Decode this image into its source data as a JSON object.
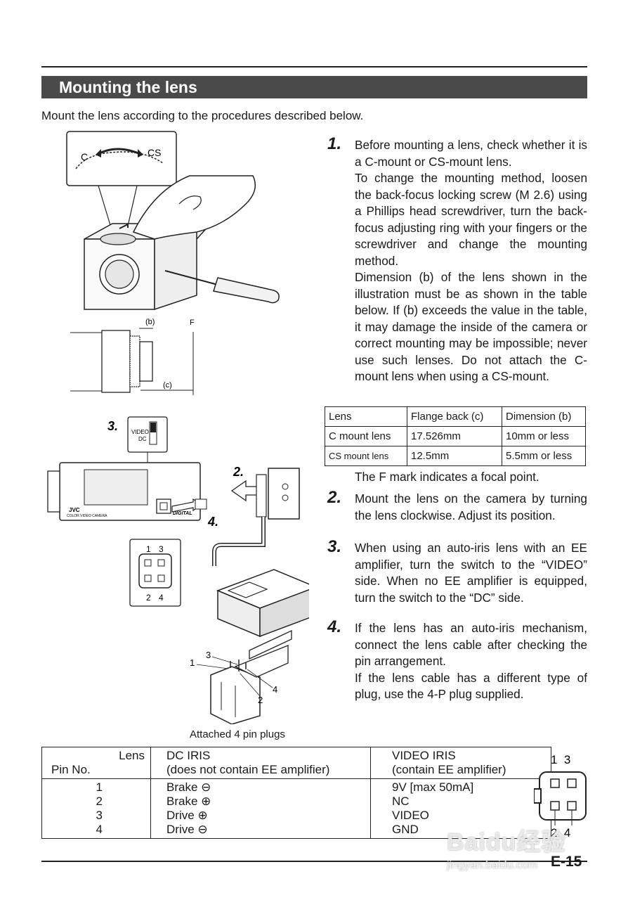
{
  "title": "Mounting the lens",
  "intro": "Mount the lens according to the procedures described below.",
  "steps": [
    {
      "num": "1.",
      "text": "Before mounting a lens, check whether it is a C-mount or CS-mount lens.\nTo change the mounting method, loosen the back-focus locking screw (M 2.6) using a Phillips head screwdriver, turn the back-focus adjusting ring with your fingers or the screwdriver and change the mounting method.\nDimension (b) of the lens shown in the illustration must be as shown in the table below. If (b) exceeds the value in the table, it may damage the inside of the camera or correct mounting may be impossible; never use such lenses. Do not attach the C-mount lens when using a CS-mount."
    },
    {
      "num": "2.",
      "text": "Mount the lens on the camera by turning the lens clockwise. Adjust its position."
    },
    {
      "num": "3.",
      "text": "When using an auto-iris lens with an EE amplifier, turn the switch to the “VIDEO” side. When no EE amplifier is equipped, turn the switch to the “DC” side."
    },
    {
      "num": "4.",
      "text": "If the lens has an auto-iris mechanism, connect the lens cable after checking the pin arrangement.\nIf the lens cable has a different type of plug, use the 4-P plug supplied."
    }
  ],
  "spec_table": {
    "header": [
      "Lens",
      "Flange back (c)",
      "Dimension (b)"
    ],
    "rows": [
      [
        "C mount lens",
        "17.526mm",
        "10mm or less"
      ],
      [
        "CS mount lens",
        "12.5mm",
        "5.5mm or less"
      ]
    ]
  },
  "f_mark_note": "The F mark indicates a focal point.",
  "figure": {
    "mount_c": "C",
    "mount_cs": "CS",
    "dim_b": "(b)",
    "dim_c": "(c)",
    "focal": "F",
    "step3": "3.",
    "step2": "2.",
    "step4": "4.",
    "switch_video": "VIDEO",
    "switch_dc": "DC",
    "brand": "JVC",
    "model": "COLOR VIDEO CAMERA",
    "digital": "DIGITAL",
    "pin1": "1",
    "pin2": "2",
    "pin3": "3",
    "pin4": "4",
    "caption": "Attached 4 pin plugs"
  },
  "pin_table": {
    "hdr_lens": "Lens",
    "hdr_pin": "Pin No.",
    "dc_title": "DC IRIS",
    "dc_sub": "(does not contain EE amplifier)",
    "video_title": "VIDEO  IRIS",
    "video_sub": "(contain EE amplifier)",
    "pins": [
      "1",
      "2",
      "3",
      "4"
    ],
    "dc": [
      "Brake  ⊖",
      "Brake  ⊕",
      "Drive  ⊕",
      "Drive  ⊖"
    ],
    "video": [
      "9V [max 50mA]",
      "NC",
      "VIDEO",
      "GND"
    ]
  },
  "pin_diagram": {
    "top": "1  3",
    "bottom": "2  4"
  },
  "page_number": "E-15",
  "watermark": "Baidu经验",
  "watermark_url": "jingyan.baidu.com"
}
